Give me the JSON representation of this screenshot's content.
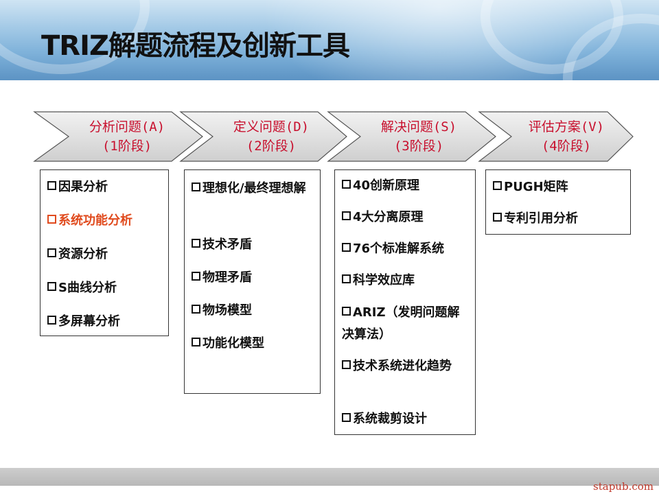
{
  "slide": {
    "title": "TRIZ解题流程及创新工具",
    "watermark": "stapub.com"
  },
  "colors": {
    "stage_label": "#c8102e",
    "highlight_item": "#e04a1d",
    "arrow_fill": "#e2e2e2"
  },
  "stages": [
    {
      "name": "分析问题(A)",
      "phase": "(1阶段)",
      "items": [
        {
          "text": "因果分析"
        },
        {
          "text": "系统功能分析",
          "highlight": true
        },
        {
          "text": "资源分析"
        },
        {
          "text": "S曲线分析"
        },
        {
          "text": "多屏幕分析"
        }
      ]
    },
    {
      "name": "定义问题(D)",
      "phase": "(2阶段)",
      "items": [
        {
          "text": "理想化/最终理想解"
        },
        {
          "text": "技术矛盾"
        },
        {
          "text": "物理矛盾"
        },
        {
          "text": "物场模型"
        },
        {
          "text": "功能化模型"
        }
      ]
    },
    {
      "name": "解决问题(S)",
      "phase": "(3阶段)",
      "items": [
        {
          "text": "40创新原理"
        },
        {
          "text": "4大分离原理"
        },
        {
          "text": "76个标准解系统"
        },
        {
          "text": "科学效应库"
        },
        {
          "text": "ARIZ（发明问题解决算法）"
        },
        {
          "text": "技术系统进化趋势"
        },
        {
          "text": "系统裁剪设计"
        }
      ]
    },
    {
      "name": "评估方案(V)",
      "phase": "(4阶段)",
      "items": [
        {
          "text": "PUGH矩阵"
        },
        {
          "text": "专利引用分析"
        }
      ]
    }
  ]
}
